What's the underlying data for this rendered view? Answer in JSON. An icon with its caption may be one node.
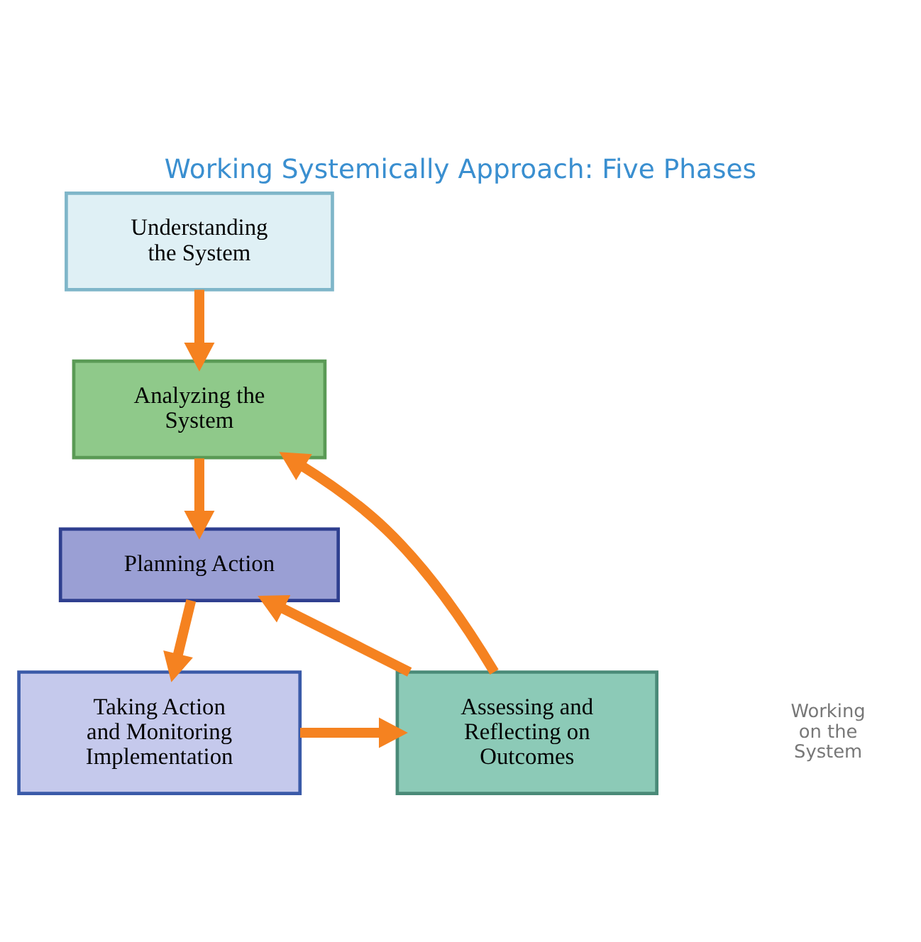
{
  "diagram": {
    "title": "Working Systemically Approach: Five Phases",
    "nodes": [
      {
        "text": [
          "Understanding the System"
        ]
      },
      {
        "text": [
          "Analyzing the System"
        ]
      },
      {
        "text": [
          "Planning Action"
        ]
      },
      {
        "text": [
          "Taking Action and Monitoring Implementation"
        ]
      },
      {
        "text": [
          "Assessing and Reflecting on Outcomes"
        ]
      }
    ],
    "edges": [
      {
        "from": 0,
        "to": 1,
        "arrow": "to"
      },
      {
        "from": 1,
        "to": 2,
        "arrow": "to"
      },
      {
        "from": 2,
        "to": 3,
        "arrow": "to"
      },
      {
        "from": 3,
        "to": 4,
        "arrow": "to"
      },
      {
        "from": 4,
        "to": 2,
        "arrow": "to"
      },
      {
        "from": 4,
        "to": 1,
        "arrow": "to"
      }
    ],
    "labels": [
      "Working on the System"
    ]
  }
}
